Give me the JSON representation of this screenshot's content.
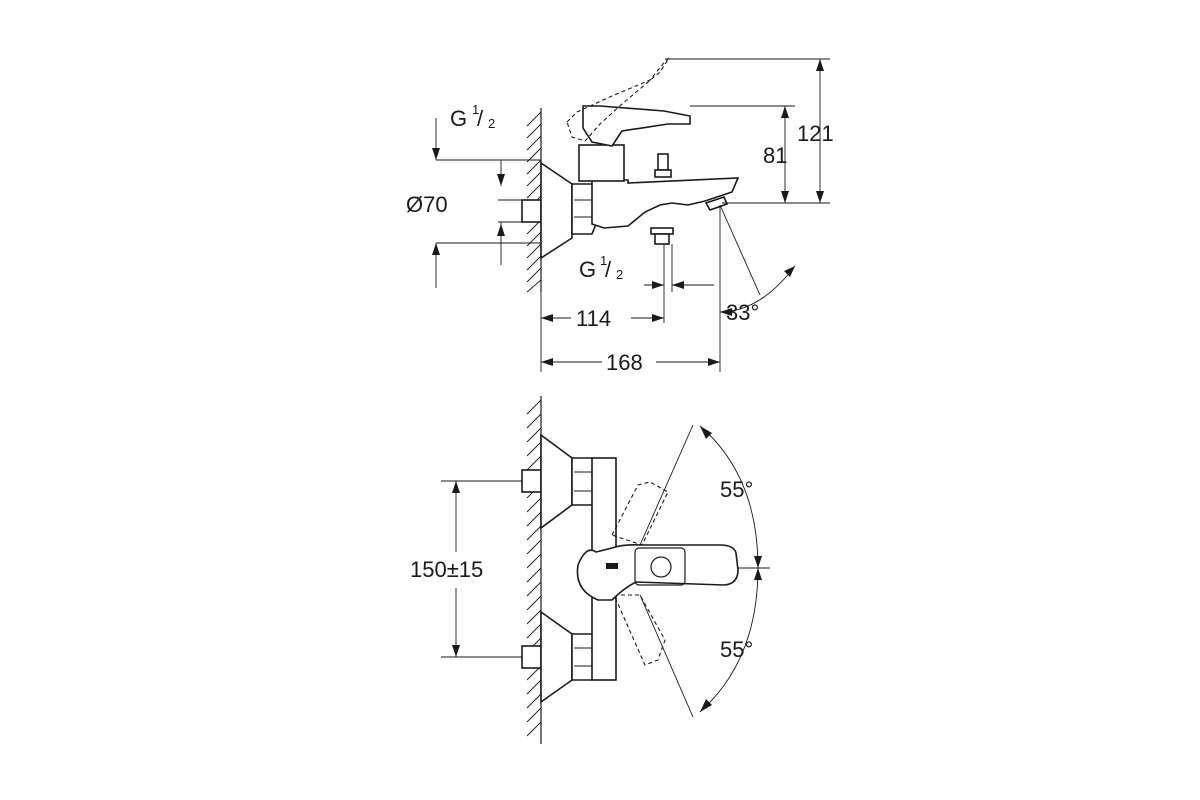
{
  "side_view": {
    "thread_top": {
      "prefix": "G",
      "num": "1",
      "den": "2"
    },
    "thread_bottom": {
      "prefix": "G",
      "num": "1",
      "den": "2"
    },
    "flange_diameter": "Ø70",
    "height_lever_raised": "121",
    "height_spout": "81",
    "spout_angle": "33°",
    "dim_outlet": "114",
    "dim_total": "168"
  },
  "top_view": {
    "centers": "150±15",
    "angle_upper": "55°",
    "angle_lower": "55°"
  }
}
